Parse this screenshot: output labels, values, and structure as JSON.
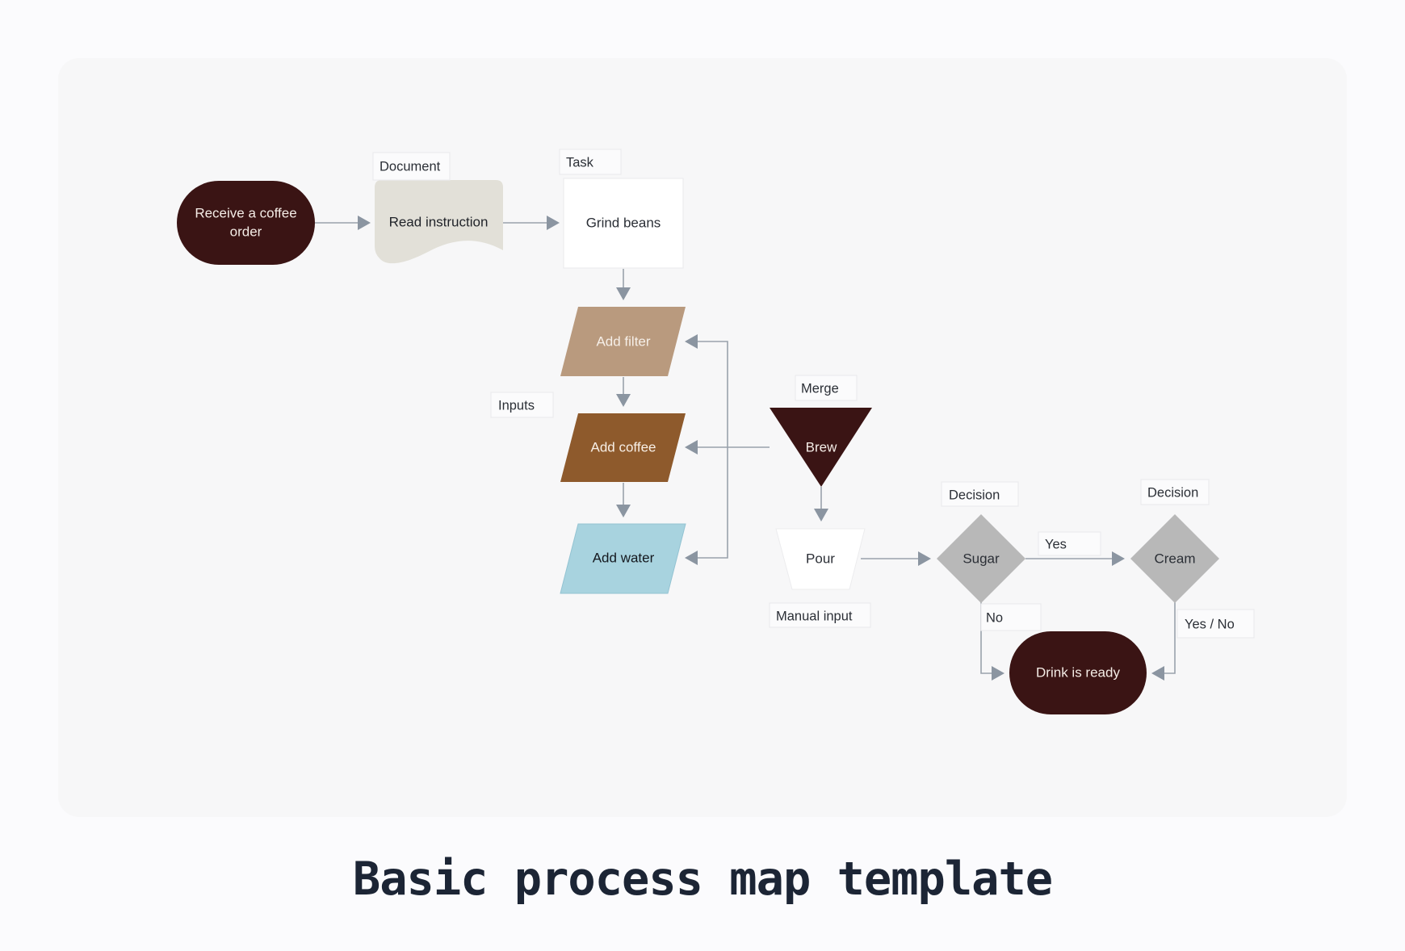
{
  "title": "Basic process map template",
  "colors": {
    "page_bg": "#fbfbfd",
    "card_bg": "#f7f7f8",
    "terminal": "#3a1414",
    "document": "#e2e0d8",
    "task": "#ffffff",
    "filter": "#b99a7e",
    "coffee": "#8e5a2c",
    "water": "#a8d3df",
    "decision": "#b8b8b8",
    "arrow": "#8b95a1"
  },
  "nodes": {
    "receive": {
      "label_line1": "Receive a coffee",
      "label_line2": "order",
      "shape": "terminal"
    },
    "read": {
      "label": "Read instruction",
      "shape": "document"
    },
    "grind": {
      "label": "Grind beans",
      "shape": "task"
    },
    "filter": {
      "label": "Add filter",
      "shape": "input"
    },
    "coffee": {
      "label": "Add coffee",
      "shape": "input"
    },
    "water": {
      "label": "Add water",
      "shape": "input"
    },
    "brew": {
      "label": "Brew",
      "shape": "merge"
    },
    "pour": {
      "label": "Pour",
      "shape": "manual-input"
    },
    "sugar": {
      "label": "Sugar",
      "shape": "decision"
    },
    "cream": {
      "label": "Cream",
      "shape": "decision"
    },
    "ready": {
      "label": "Drink is ready",
      "shape": "terminal"
    }
  },
  "annotations": {
    "document": "Document",
    "task": "Task",
    "inputs": "Inputs",
    "merge": "Merge",
    "manual_input": "Manual input",
    "decision_sugar": "Decision",
    "decision_cream": "Decision",
    "yes": "Yes",
    "no": "No",
    "yes_no": "Yes / No"
  },
  "edges": [
    {
      "from": "receive",
      "to": "read"
    },
    {
      "from": "read",
      "to": "grind"
    },
    {
      "from": "grind",
      "to": "filter"
    },
    {
      "from": "filter",
      "to": "coffee"
    },
    {
      "from": "coffee",
      "to": "water"
    },
    {
      "from": "brew",
      "to": "filter"
    },
    {
      "from": "brew",
      "to": "coffee"
    },
    {
      "from": "brew",
      "to": "water"
    },
    {
      "from": "brew",
      "to": "pour"
    },
    {
      "from": "pour",
      "to": "sugar"
    },
    {
      "from": "sugar",
      "to": "cream",
      "label": "Yes"
    },
    {
      "from": "sugar",
      "to": "ready",
      "label": "No"
    },
    {
      "from": "cream",
      "to": "ready",
      "label": "Yes / No"
    }
  ]
}
